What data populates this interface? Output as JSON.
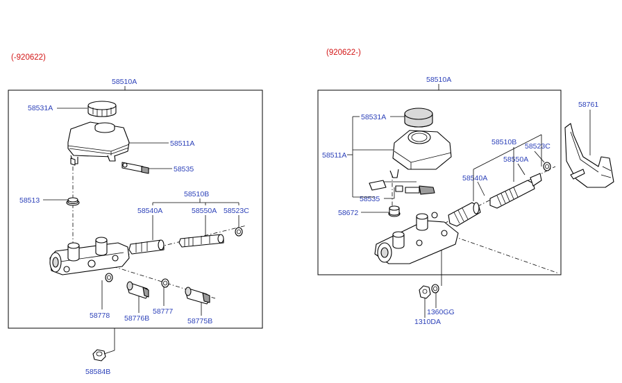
{
  "left": {
    "date": "(-920622)",
    "labels": {
      "p58510A": "58510A",
      "p58531A": "58531A",
      "p58511A": "58511A",
      "p58535": "58535",
      "p58513": "58513",
      "p58510B": "58510B",
      "p58540A": "58540A",
      "p58550A": "58550A",
      "p58523C": "58523C",
      "p58778": "58778",
      "p58776B": "58776B",
      "p58777": "58777",
      "p58775B": "58775B",
      "p58584B": "58584B"
    }
  },
  "right": {
    "date": "(920622-)",
    "labels": {
      "p58510A": "58510A",
      "p58531A": "58531A",
      "p58511A": "58511A",
      "p58535": "58535",
      "p58672": "58672",
      "p58510B": "58510B",
      "p58523C": "58523C",
      "p58550A": "58550A",
      "p58540A": "58540A",
      "p58761": "58761",
      "p1360GG": "1360GG",
      "p1310DA": "1310DA"
    }
  }
}
